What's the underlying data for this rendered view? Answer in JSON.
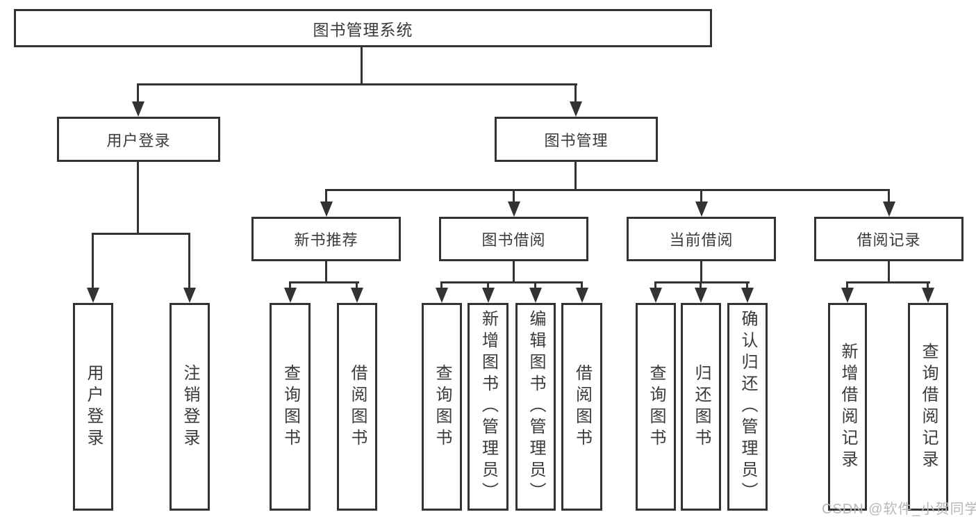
{
  "diagram_title": "图书管理系统",
  "nodes": {
    "root": "图书管理系统",
    "level2": [
      "用户登录",
      "图书管理"
    ],
    "level3": [
      "新书推荐",
      "图书借阅",
      "当前借阅",
      "借阅记录"
    ],
    "leaves": [
      "用户登录",
      "注销登录",
      "查询图书",
      "借阅图书",
      "查询图书",
      "新增图书（管理员）",
      "编辑图书（管理员）",
      "借阅图书",
      "查询图书",
      "归还图书",
      "确认归还（管理员）",
      "新增借阅记录",
      "查询借阅记录"
    ]
  },
  "watermark": "CSDN @软件_小贺同学",
  "colors": {
    "line": "#333333",
    "text": "#3a3a3a",
    "watermark": "#b4b7bb",
    "background": "#ffffff"
  }
}
